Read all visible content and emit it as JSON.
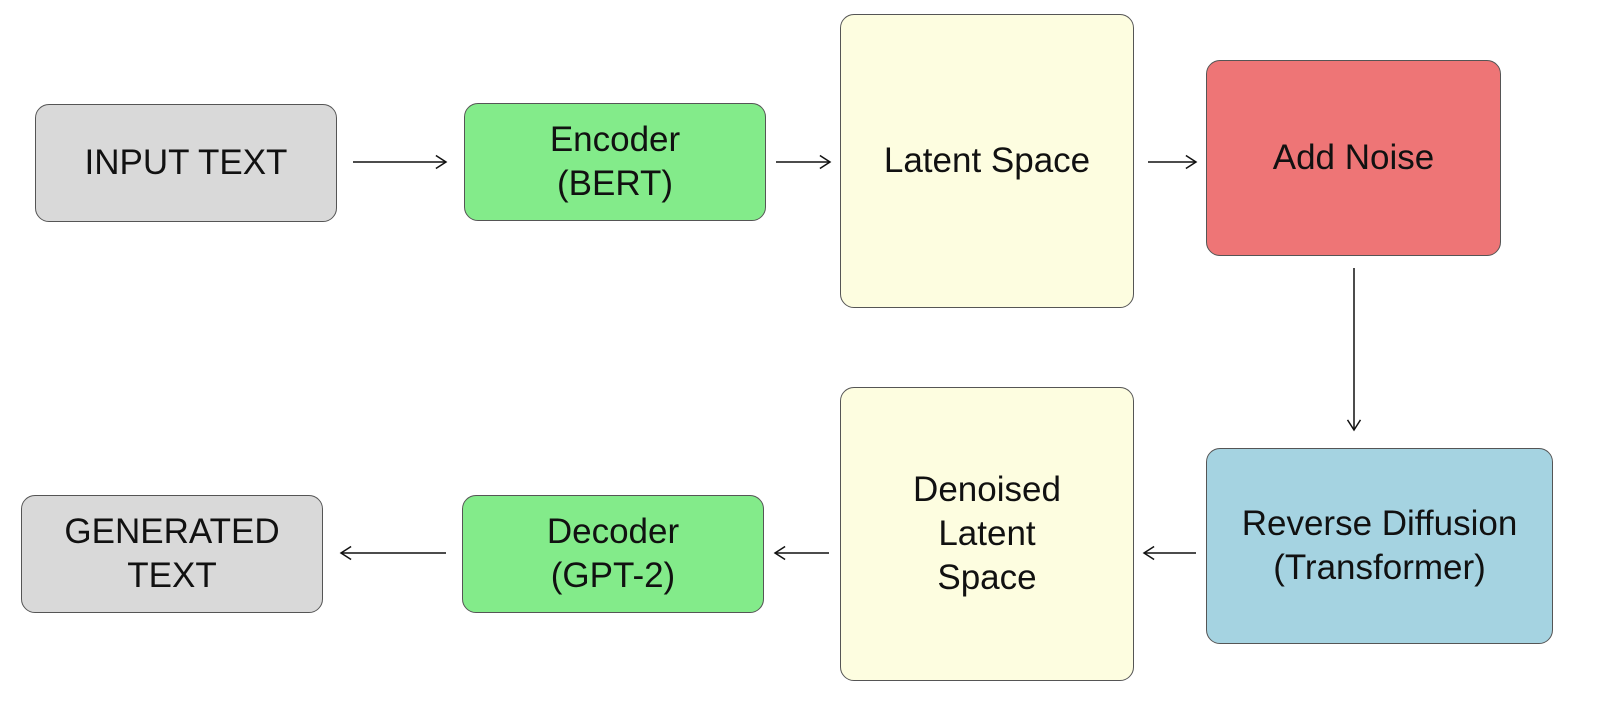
{
  "colors": {
    "io_box": "#d9d9d9",
    "model_box": "#83eb8a",
    "latent_box": "#fdfde0",
    "noise_box": "#ee7576",
    "diffusion_box": "#a5d3e1",
    "arrow": "#111111"
  },
  "nodes": {
    "input_text": {
      "lines": [
        "INPUT TEXT"
      ]
    },
    "encoder": {
      "lines": [
        "Encoder",
        "(BERT)"
      ]
    },
    "latent_space": {
      "lines": [
        "Latent Space"
      ]
    },
    "add_noise": {
      "lines": [
        "Add Noise"
      ]
    },
    "reverse_diffusion": {
      "lines": [
        "Reverse Diffusion",
        "(Transformer)"
      ]
    },
    "denoised_latent": {
      "lines": [
        "Denoised",
        "Latent",
        "Space"
      ]
    },
    "decoder": {
      "lines": [
        "Decoder",
        "(GPT-2)"
      ]
    },
    "generated_text": {
      "lines": [
        "GENERATED",
        "TEXT"
      ]
    }
  },
  "edges": [
    {
      "from": "input_text",
      "to": "encoder"
    },
    {
      "from": "encoder",
      "to": "latent_space"
    },
    {
      "from": "latent_space",
      "to": "add_noise"
    },
    {
      "from": "add_noise",
      "to": "reverse_diffusion"
    },
    {
      "from": "reverse_diffusion",
      "to": "denoised_latent"
    },
    {
      "from": "denoised_latent",
      "to": "decoder"
    },
    {
      "from": "decoder",
      "to": "generated_text"
    }
  ]
}
